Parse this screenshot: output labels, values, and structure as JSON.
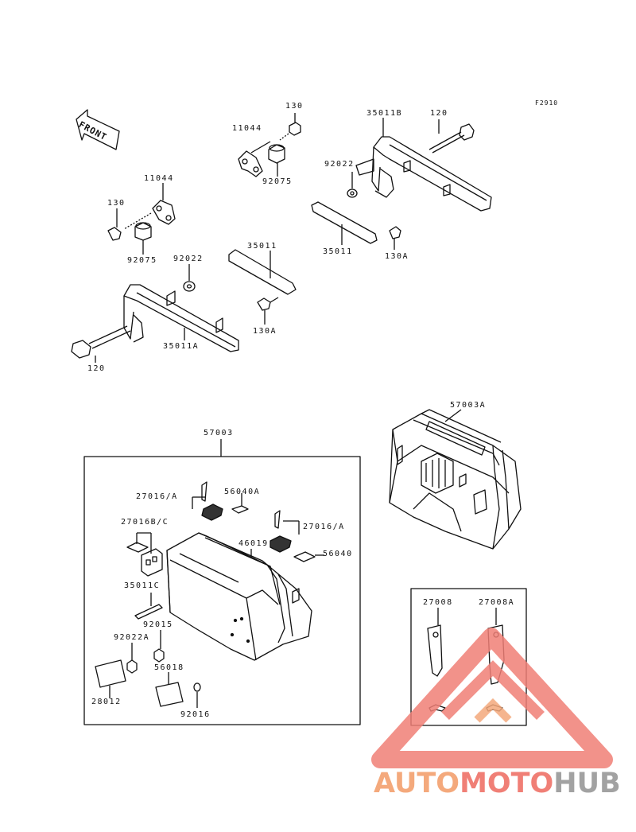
{
  "figure_code": "F2910",
  "front_label": "FRONT",
  "parts": {
    "p130_top": "130",
    "p11044_top": "11044",
    "p92075_top": "92075",
    "p35011B": "35011B",
    "p120_top": "120",
    "p92022_top": "92022",
    "p35011_right": "35011",
    "p130A_right": "130A",
    "p11044_left": "11044",
    "p130_left": "130",
    "p92075_left": "92075",
    "p92022_mid": "92022",
    "p35011_mid": "35011",
    "p130A_mid": "130A",
    "p35011A": "35011A",
    "p120_bottom": "120",
    "p57003": "57003",
    "p57003A": "57003A",
    "p27016A_left": "27016/A",
    "p56040A": "56040A",
    "p27016BC": "27016B/C",
    "p46019": "46019",
    "p27016A_right": "27016/A",
    "p56040": "56040",
    "p35011C": "35011C",
    "p92015": "92015",
    "p92022A": "92022A",
    "p56018": "56018",
    "p28012": "28012",
    "p92016": "92016",
    "p27008": "27008",
    "p27008A": "27008A"
  },
  "watermark": {
    "part1": "AUTO",
    "part2": "MOTO",
    "part3": "HUB",
    "colors": {
      "orange": "#f4a97c",
      "red": "#f07f76",
      "gray": "#a2a2a2"
    }
  }
}
